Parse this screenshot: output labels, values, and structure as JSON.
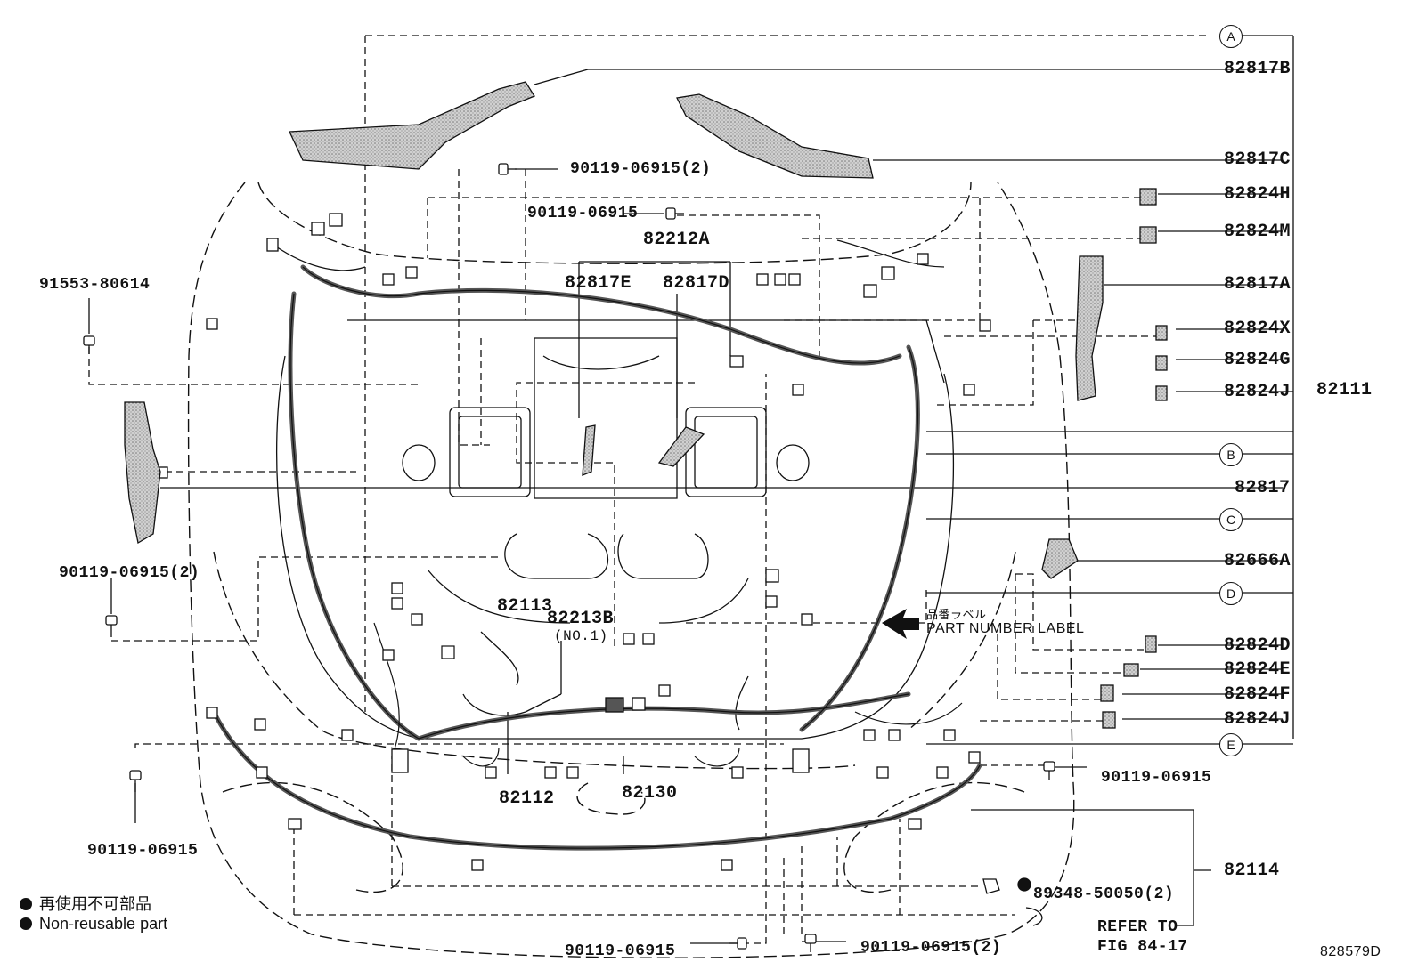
{
  "callouts": {
    "A": "A",
    "B": "B",
    "C": "C",
    "D": "D",
    "E": "E"
  },
  "parts_right": {
    "p82817B": "82817B",
    "p82817C": "82817C",
    "p82824H": "82824H",
    "p82824M": "82824M",
    "p82817A": "82817A",
    "p82824X": "82824X",
    "p82824G": "82824G",
    "p82824J_top": "82824J",
    "p82111": "82111",
    "p82817": "82817",
    "p82666A": "82666A",
    "p82824D": "82824D",
    "p82824E": "82824E",
    "p82824F": "82824F",
    "p82824J_bot": "82824J",
    "p82114": "82114"
  },
  "parts_center": {
    "p82212A": "82212A",
    "p82817E": "82817E",
    "p82817D": "82817D",
    "p82113": "82113",
    "p82213B": "82213B",
    "p82213B_sub": "(NO.1)",
    "p82112": "82112",
    "p82130": "82130"
  },
  "bolts": {
    "b_top1": "90119-06915(2)",
    "b_top2": "90119-06915",
    "b_left1": "91553-80614",
    "b_left2": "90119-06915(2)",
    "b_left3": "90119-06915",
    "b_right": "90119-06915",
    "b_bot1": "90119-06915",
    "b_bot2": "90119-06915(2)",
    "clip": "89348-50050(2)"
  },
  "notes": {
    "part_label_jp": "品番ラベル",
    "part_label_en": "PART NUMBER LABEL",
    "refer_1": "REFER TO",
    "refer_2": "FIG 84-17",
    "figure_id": "828579D"
  },
  "legend": {
    "jp": "再使用不可部品",
    "en": "Non-reusable part"
  }
}
